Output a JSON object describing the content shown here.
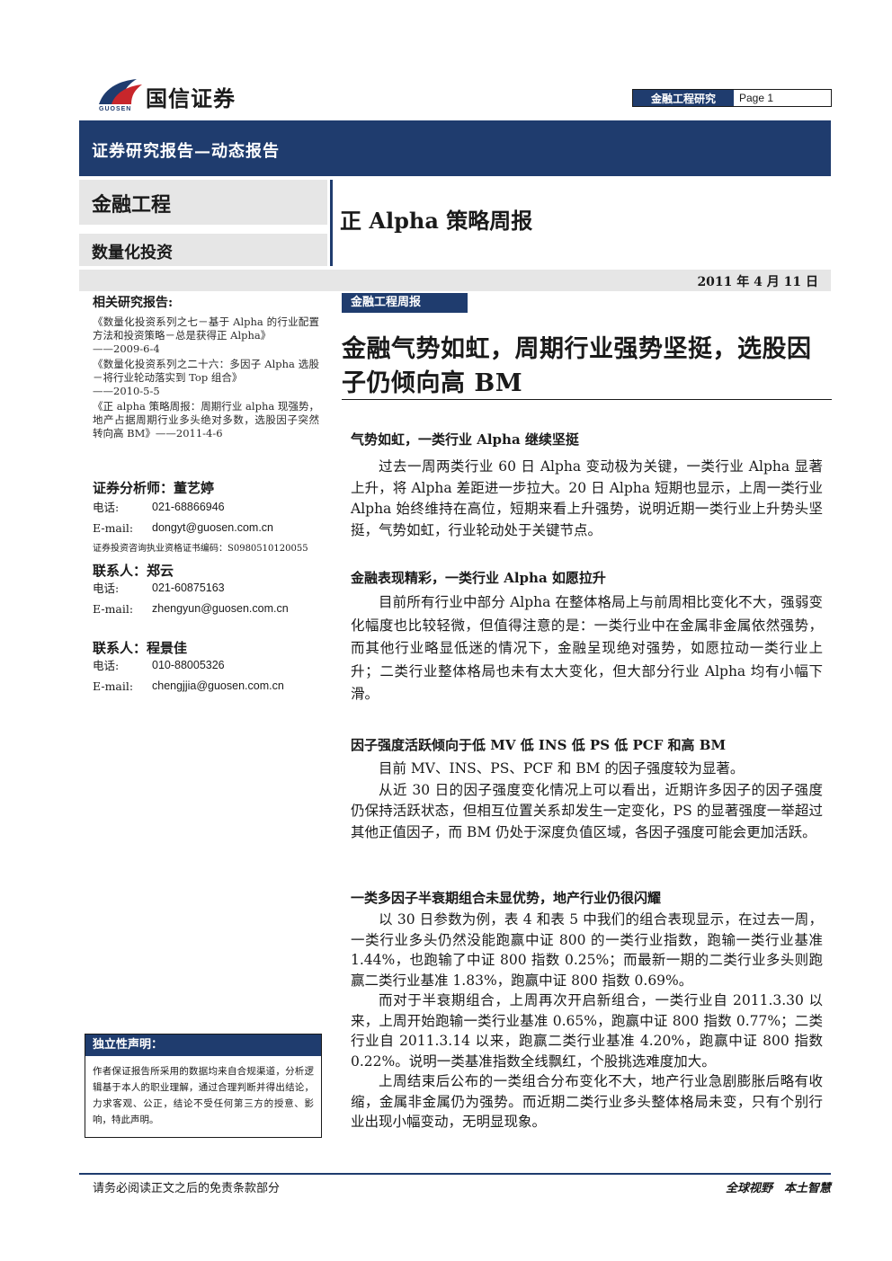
{
  "header": {
    "logo_cn": "国信证券",
    "logo_en": "GUOSEN",
    "dept_tag": "金融工程研究",
    "page_label": "Page 1"
  },
  "banner": "证券研究报告—动态报告",
  "category": "金融工程",
  "subcategory": "数量化投资",
  "report_title": "正 Alpha 策略周报",
  "date": "2011 年 4 月 11 日",
  "left": {
    "related_label": "相关研究报告:",
    "related": [
      {
        "title": "《数量化投资系列之七－基于 Alpha 的行业配置方法和投资策略－总是获得正 Alpha》",
        "date": "——2009-6-4"
      },
      {
        "title": "《数量化投资系列之二十六：多因子 Alpha 选股－将行业轮动落实到 Top 组合》",
        "date": "——2010-5-5"
      },
      {
        "title": "《正 alpha 策略周报：周期行业 alpha 现强势，地产占据周期行业多头绝对多数，选股因子突然转向高 BM》",
        "date": "——2011-4-6"
      }
    ],
    "analyst_label": "证券分析师：董艺婷",
    "analyst": [
      {
        "k": "电话:",
        "v": "021-68866946"
      },
      {
        "k": "E-mail:",
        "v": "dongyt@guosen.com.cn"
      }
    ],
    "cert": "证券投资咨询执业资格证书编码：S0980510120055",
    "contact1_label": "联系人：郑云",
    "contact1": [
      {
        "k": "电话:",
        "v": "021-60875163"
      },
      {
        "k": "E-mail:",
        "v": "zhengyun@guosen.com.cn"
      }
    ],
    "contact2_label": "联系人：程景佳",
    "contact2": [
      {
        "k": "电话:",
        "v": "010-88005326"
      },
      {
        "k": "E-mail:",
        "v": "chengjjia@guosen.com.cn"
      }
    ],
    "disclaimer_title": "独立性声明：",
    "disclaimer_body": "作者保证报告所采用的数据均来自合规渠道，分析逻辑基于本人的职业理解，通过合理判断并得出结论，力求客观、公正，结论不受任何第三方的授意、影响，特此声明。"
  },
  "main": {
    "section_tag": "金融工程周报",
    "headline": "金融气势如虹，周期行业强势坚挺，选股因子仍倾向高 BM",
    "sections": [
      {
        "heading": "气势如虹，一类行业 Alpha 继续坚挺",
        "paras": [
          "过去一周两类行业 60 日 Alpha 变动极为关键，一类行业 Alpha 显著上升，将 Alpha 差距进一步拉大。20 日 Alpha 短期也显示，上周一类行业 Alpha 始终维持在高位，短期来看上升强势，说明近期一类行业上升势头坚挺，气势如虹，行业轮动处于关键节点。"
        ]
      },
      {
        "heading": "金融表现精彩，一类行业 Alpha 如愿拉升",
        "paras": [
          "目前所有行业中部分 Alpha 在整体格局上与前周相比变化不大，强弱变化幅度也比较轻微，但值得注意的是：一类行业中在金属非金属依然强势，而其他行业略显低迷的情况下，金融呈现绝对强势，如愿拉动一类行业上升；二类行业整体格局也未有太大变化，但大部分行业 Alpha 均有小幅下滑。"
        ]
      },
      {
        "heading": "因子强度活跃倾向于低 MV 低 INS 低 PS 低 PCF 和高 BM",
        "paras": [
          "目前 MV、INS、PS、PCF 和 BM 的因子强度较为显著。",
          "从近 30 日的因子强度变化情况上可以看出，近期许多因子的因子强度仍保持活跃状态，但相互位置关系却发生一定变化，PS 的显著强度一举超过其他正值因子，而 BM 仍处于深度负值区域，各因子强度可能会更加活跃。"
        ]
      },
      {
        "heading": "一类多因子半衰期组合未显优势，地产行业仍很闪耀",
        "paras": [
          "以 30 日参数为例，表 4 和表 5 中我们的组合表现显示，在过去一周，一类行业多头仍然没能跑赢中证 800 的一类行业指数，跑输一类行业基准 1.44%，也跑输了中证 800 指数 0.25%；而最新一期的二类行业多头则跑赢二类行业基准 1.83%，跑赢中证 800 指数 0.69%。",
          "而对于半衰期组合，上周再次开启新组合，一类行业自 2011.3.30 以来，上周开始跑输一类行业基准 0.65%，跑赢中证 800 指数 0.77%；二类行业自 2011.3.14 以来，跑赢二类行业基准 4.20%，跑赢中证 800 指数 0.22%。说明一类基准指数全线飘红，个股挑选难度加大。",
          "上周结束后公布的一类组合分布变化不大，地产行业急剧膨胀后略有收缩，金属非金属仍为强势。而近期二类行业多头整体格局未变，只有个别行业出现小幅变动，无明显现象。"
        ]
      }
    ]
  },
  "footer": {
    "left": "请务必阅读正文之后的免责条款部分",
    "right": "全球视野　本土智慧"
  },
  "colors": {
    "brand_navy": "#1f3c6e",
    "logo_red": "#c8262b",
    "panel_gray": "#e6e6e6"
  }
}
